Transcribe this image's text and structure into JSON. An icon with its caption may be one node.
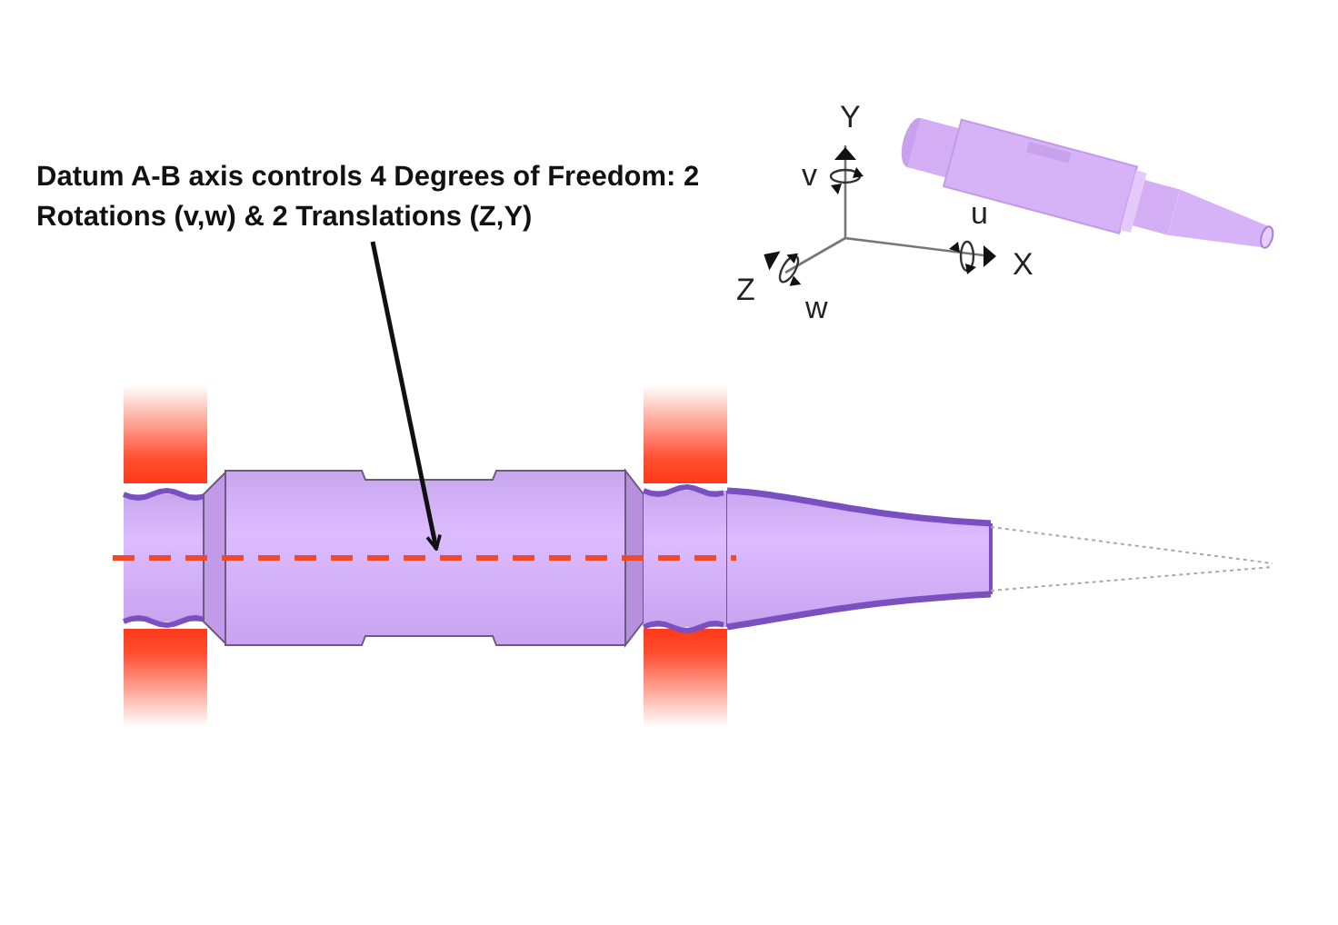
{
  "diagram": {
    "nodes": [
      {
        "text": [
          "Datum A-B axis controls 4 Degrees of Freedom: 2 Rotations (v,w) & 2 Translations (Z,Y)"
        ]
      },
      {
        "text": [],
        "shape": "line"
      }
    ],
    "edges": [
      {
        "from": 0,
        "to": 1,
        "arrow": "to"
      }
    ],
    "labels": [
      "Y",
      "v",
      "u",
      "X",
      "Z",
      "w"
    ]
  }
}
